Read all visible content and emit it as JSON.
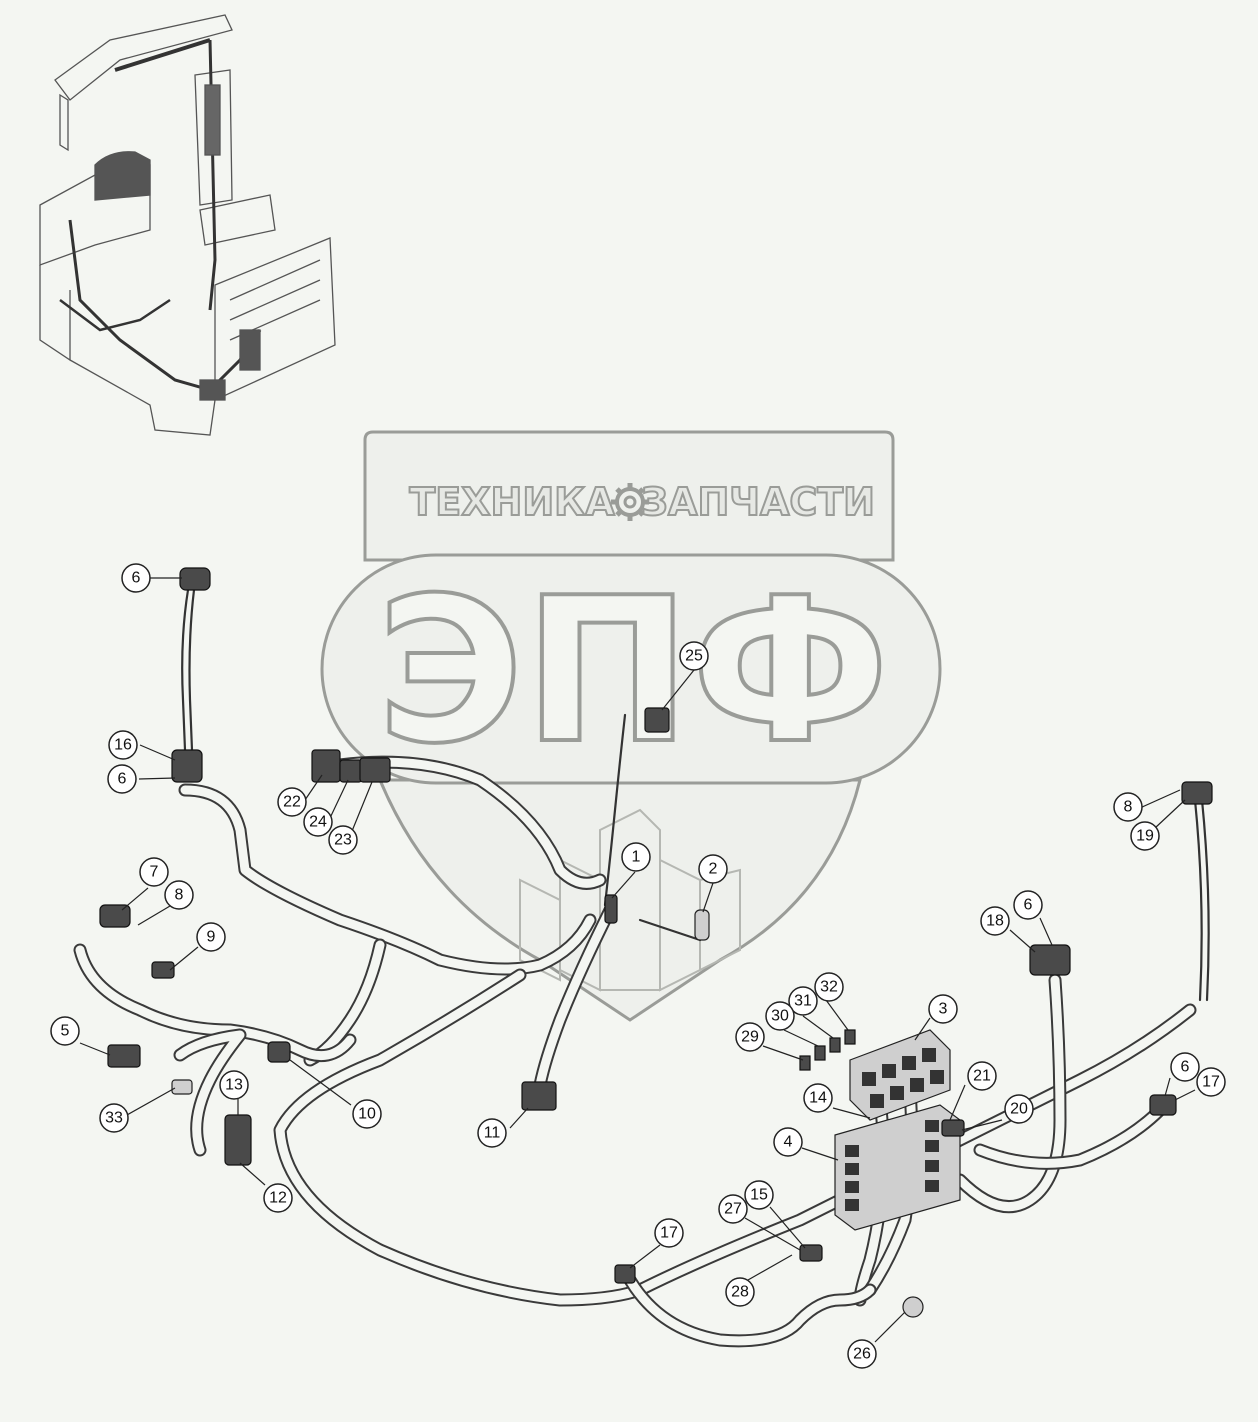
{
  "watermark": {
    "top_left": "ТЕХНИКА",
    "top_right": "ЗАПЧАСТИ",
    "logo": "ЭПФ",
    "icon": "gear-icon"
  },
  "callouts": [
    {
      "id": "c6a",
      "label": "6"
    },
    {
      "id": "c16",
      "label": "16"
    },
    {
      "id": "c6b",
      "label": "6"
    },
    {
      "id": "c22",
      "label": "22"
    },
    {
      "id": "c24",
      "label": "24"
    },
    {
      "id": "c23",
      "label": "23"
    },
    {
      "id": "c25",
      "label": "25"
    },
    {
      "id": "c1",
      "label": "1"
    },
    {
      "id": "c2",
      "label": "2"
    },
    {
      "id": "c7",
      "label": "7"
    },
    {
      "id": "c8a",
      "label": "8"
    },
    {
      "id": "c9",
      "label": "9"
    },
    {
      "id": "c5",
      "label": "5"
    },
    {
      "id": "c33",
      "label": "33"
    },
    {
      "id": "c13",
      "label": "13"
    },
    {
      "id": "c12",
      "label": "12"
    },
    {
      "id": "c10",
      "label": "10"
    },
    {
      "id": "c11",
      "label": "11"
    },
    {
      "id": "c8b",
      "label": "8"
    },
    {
      "id": "c19",
      "label": "19"
    },
    {
      "id": "c18",
      "label": "18"
    },
    {
      "id": "c6c",
      "label": "6"
    },
    {
      "id": "c32",
      "label": "32"
    },
    {
      "id": "c31",
      "label": "31"
    },
    {
      "id": "c30",
      "label": "30"
    },
    {
      "id": "c29",
      "label": "29"
    },
    {
      "id": "c3",
      "label": "3"
    },
    {
      "id": "c21",
      "label": "21"
    },
    {
      "id": "c14",
      "label": "14"
    },
    {
      "id": "c20",
      "label": "20"
    },
    {
      "id": "c6d",
      "label": "6"
    },
    {
      "id": "c17a",
      "label": "17"
    },
    {
      "id": "c4",
      "label": "4"
    },
    {
      "id": "c15",
      "label": "15"
    },
    {
      "id": "c27",
      "label": "27"
    },
    {
      "id": "c17b",
      "label": "17"
    },
    {
      "id": "c28",
      "label": "28"
    },
    {
      "id": "c26",
      "label": "26"
    }
  ]
}
